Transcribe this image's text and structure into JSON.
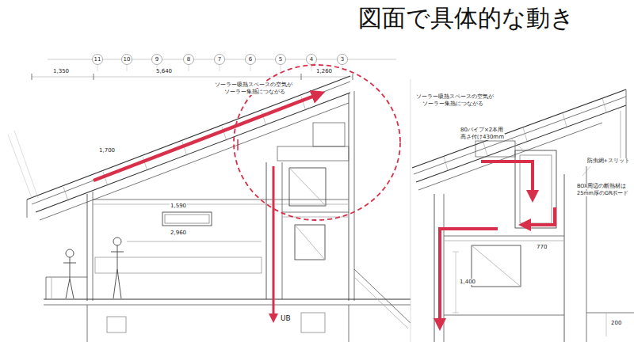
{
  "diagram": {
    "title": "図面で具体的な動き",
    "labels": [
      "11",
      "10",
      "9",
      "8",
      "7",
      "6",
      "5",
      "4",
      "3",
      "1,350",
      "5,640",
      "1,260",
      "ソーラー吸熱スペースの空気が",
      "ソーラー集熱につながる",
      "1,700",
      "1,590",
      "2,960",
      "UB",
      "ソーラー吸熱スペースの空気が",
      "ソーラー集熱につながる",
      "80パイプ×2本用",
      "高さ付け430mm",
      "防虫網+スリット",
      "BOX周辺の断熱材は",
      "25mm厚のGRボード",
      "1,400",
      "770",
      "200"
    ]
  }
}
